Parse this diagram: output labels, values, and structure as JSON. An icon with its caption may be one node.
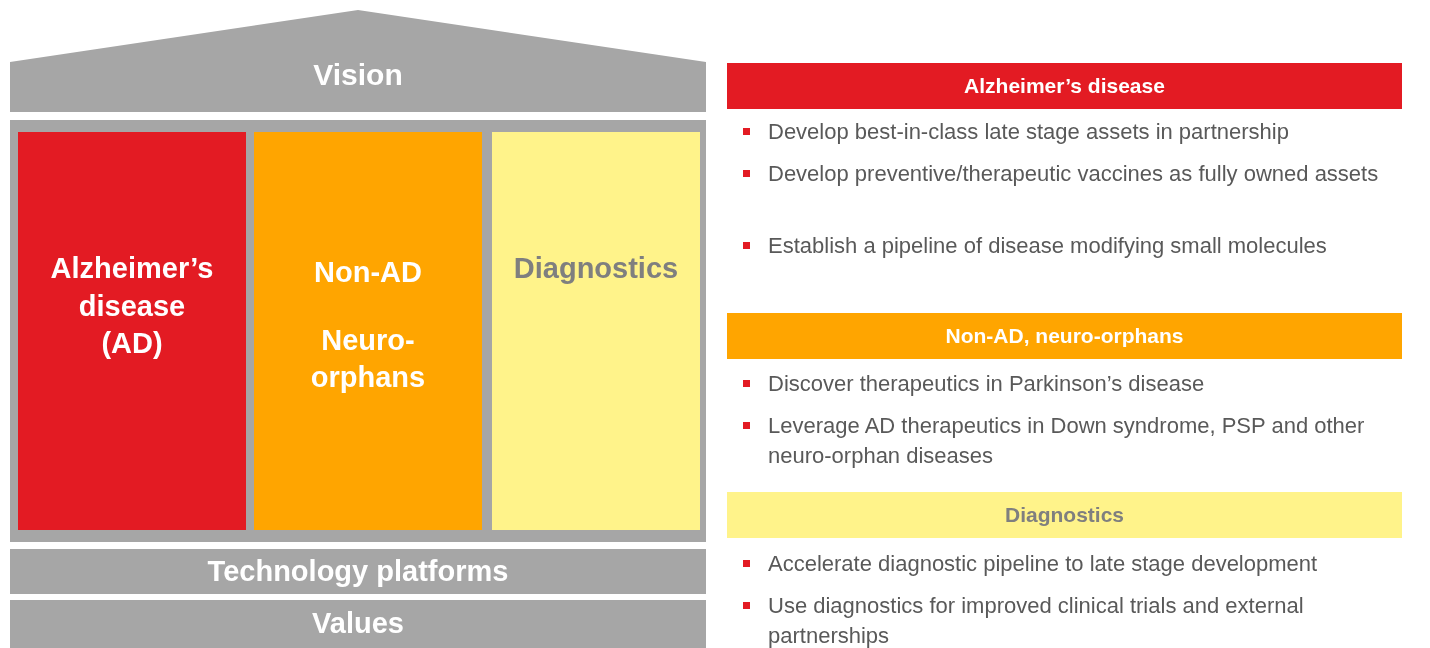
{
  "diagram": {
    "nodes": [
      {
        "text": [
          "Vision"
        ]
      },
      {
        "text": [],
        "shape": "box"
      },
      {
        "text": [
          "Alzheimer’s disease (AD)"
        ],
        "in": 1
      },
      {
        "text": [
          "Non-AD",
          "Neuro-orphans"
        ],
        "in": 1
      },
      {
        "text": [
          "Diagnostics"
        ],
        "in": 1
      },
      {
        "text": [
          "Technology platforms"
        ]
      },
      {
        "text": [
          "Values"
        ]
      },
      {
        "text": [
          "Alzheimer’s disease"
        ]
      },
      {
        "text": [
          "Non-AD, neuro-orphans"
        ]
      },
      {
        "text": [
          "Diagnostics"
        ]
      }
    ],
    "edges": [],
    "labels": [
      "Develop best-in-class late stage assets in partnership",
      "Develop preventive/therapeutic vaccines as fully owned assets",
      "Establish a pipeline of disease modifying small molecules",
      "Discover therapeutics in Parkinson’s disease",
      "Leverage AD therapeutics in Down syndrome, PSP and other neuro-orphan diseases",
      "Accelerate diagnostic pipeline to late stage development",
      "Use diagnostics for improved clinical trials and external partnerships"
    ]
  }
}
